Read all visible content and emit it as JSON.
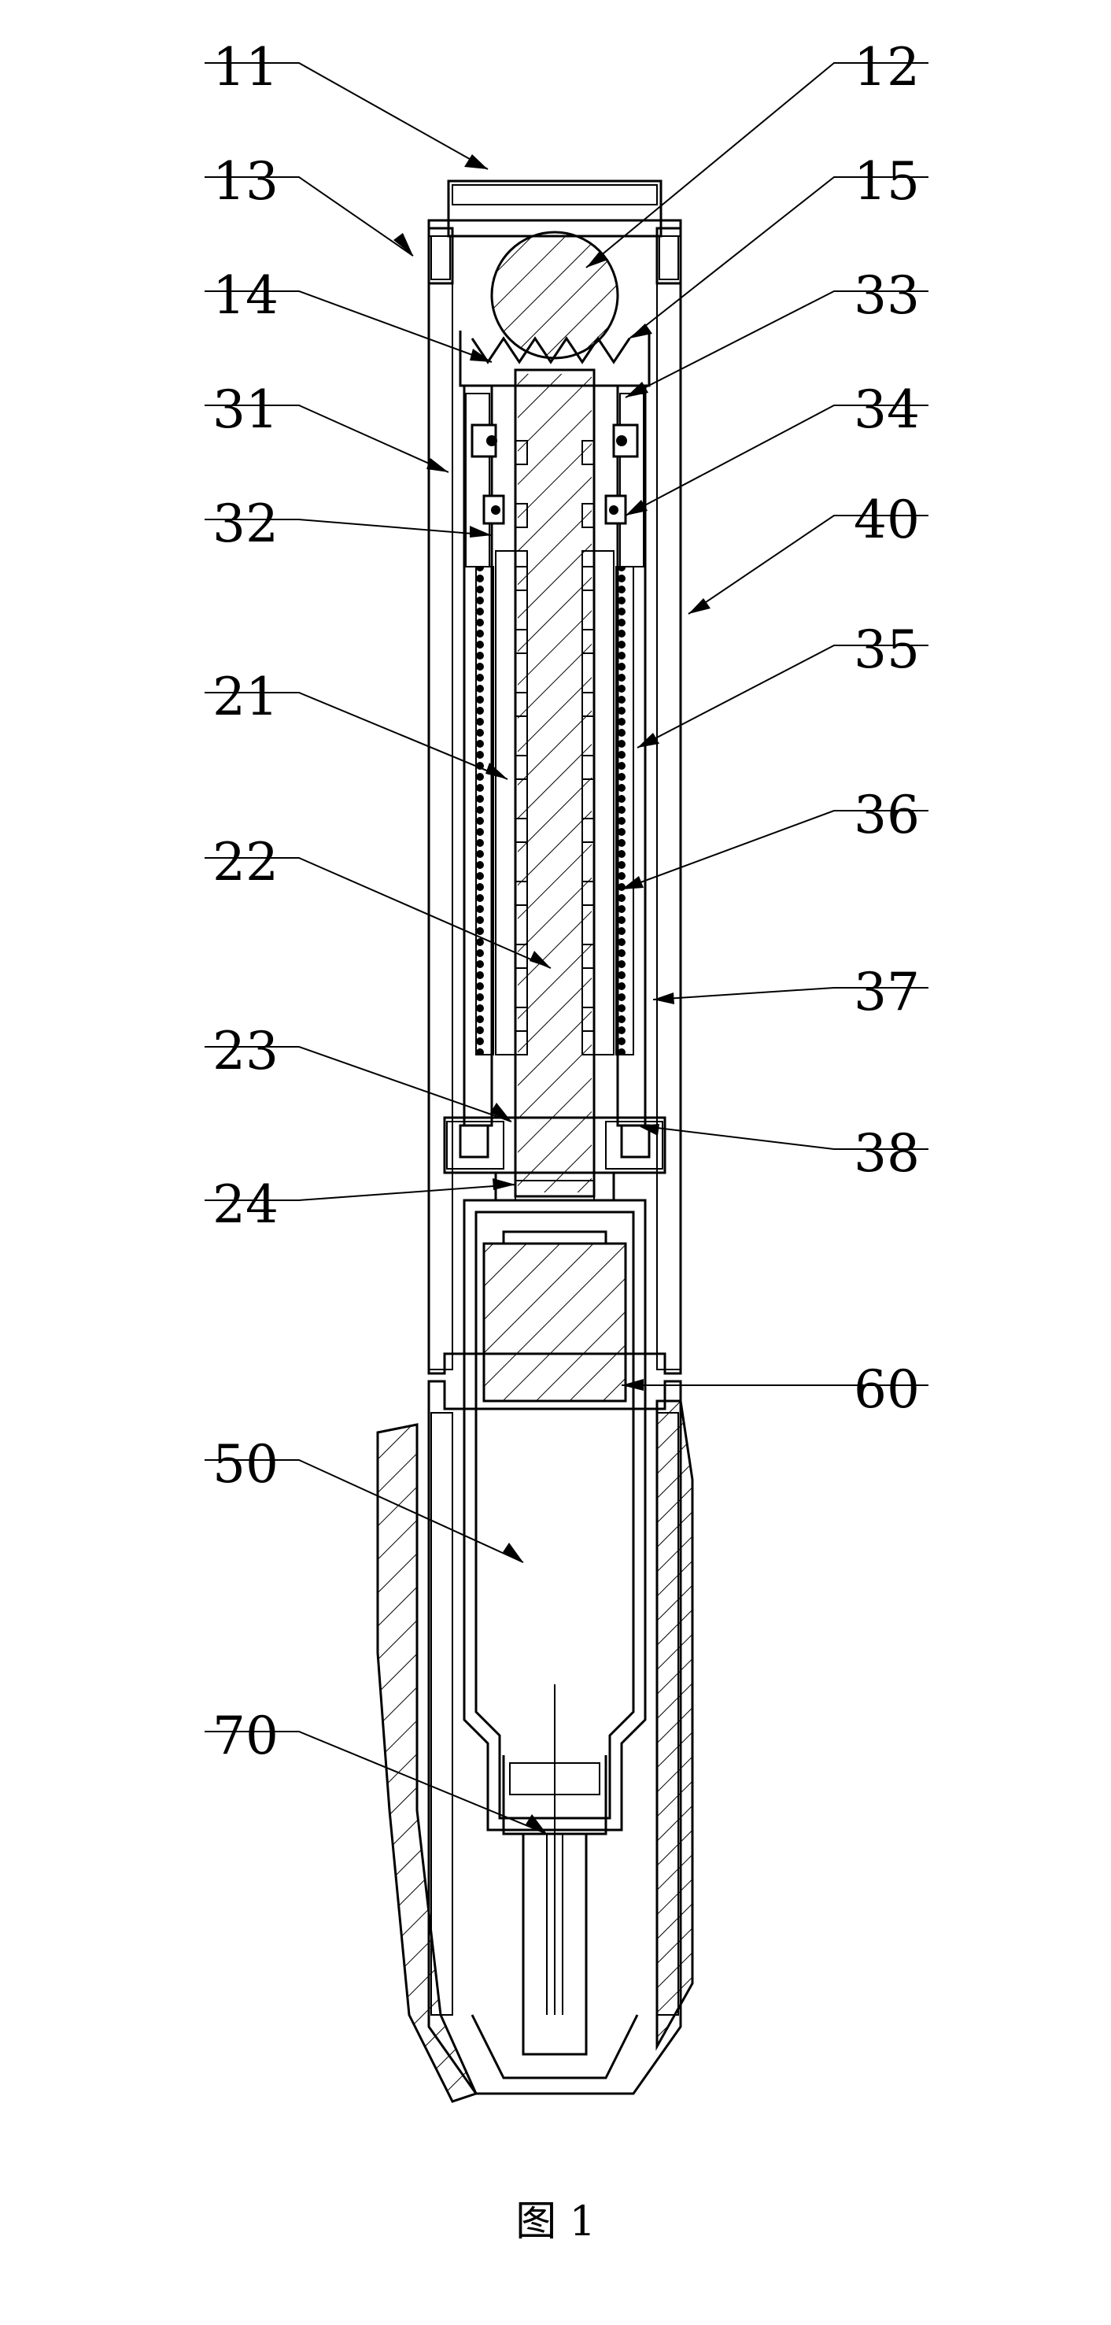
{
  "figure": {
    "caption": "图 1",
    "labels": [
      "11",
      "12",
      "13",
      "15",
      "14",
      "33",
      "31",
      "34",
      "32",
      "40",
      "21",
      "35",
      "22",
      "36",
      "37",
      "23",
      "38",
      "24",
      "60",
      "50",
      "70"
    ]
  },
  "colors": {
    "ink": "#000000",
    "paper": "#ffffff"
  }
}
